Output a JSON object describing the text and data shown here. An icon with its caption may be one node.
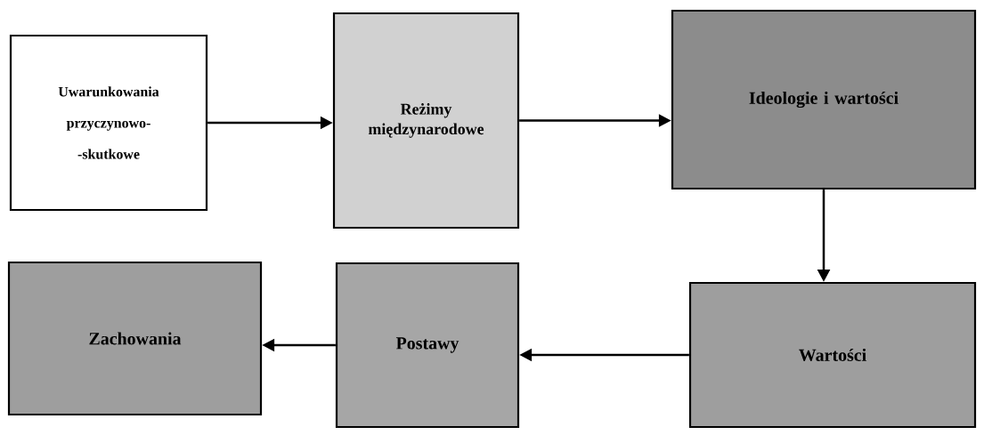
{
  "diagram": {
    "nodes": [
      {
        "text": [
          "Uwarunkowania przyczynowo- -skutkowe"
        ]
      },
      {
        "text": [
          "Reżimy międzynarodowe"
        ]
      },
      {
        "text": [
          "Ideologie i wartości"
        ]
      },
      {
        "text": [
          "Wartości"
        ]
      },
      {
        "text": [
          "Postawy"
        ]
      },
      {
        "text": [
          "Zachowania"
        ]
      }
    ],
    "edges": [
      {
        "from": 0,
        "to": 1,
        "arrow": "to"
      },
      {
        "from": 1,
        "to": 2,
        "arrow": "to"
      },
      {
        "from": 2,
        "to": 3,
        "arrow": "to"
      },
      {
        "from": 3,
        "to": 4,
        "arrow": "to"
      },
      {
        "from": 4,
        "to": 5,
        "arrow": "to"
      }
    ]
  }
}
